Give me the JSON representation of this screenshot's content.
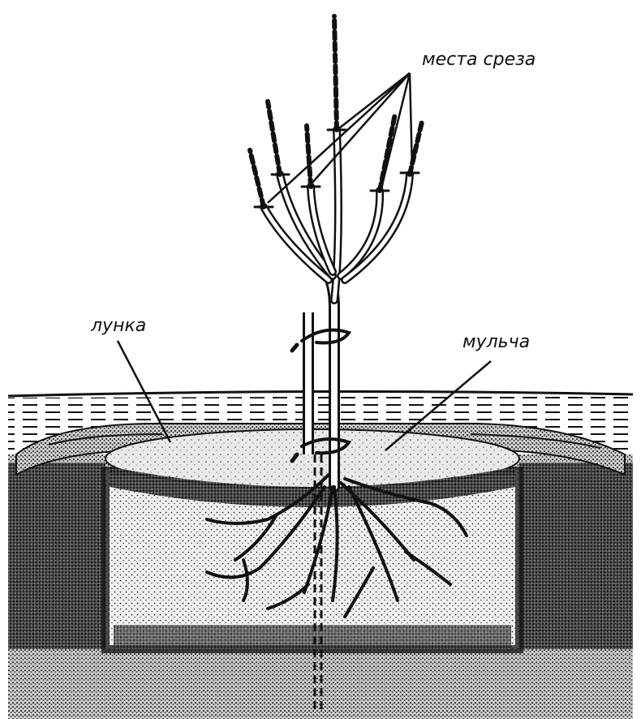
{
  "labels": {
    "cut_places": "места среза",
    "hole": "лунка",
    "mulch": "мульча"
  },
  "colors": {
    "ink": "#111111",
    "paper": "#ffffff",
    "soil_light": "#d9d9d9",
    "soil_dark": "#1a1a1a",
    "mulch_fill": "#ececec"
  }
}
